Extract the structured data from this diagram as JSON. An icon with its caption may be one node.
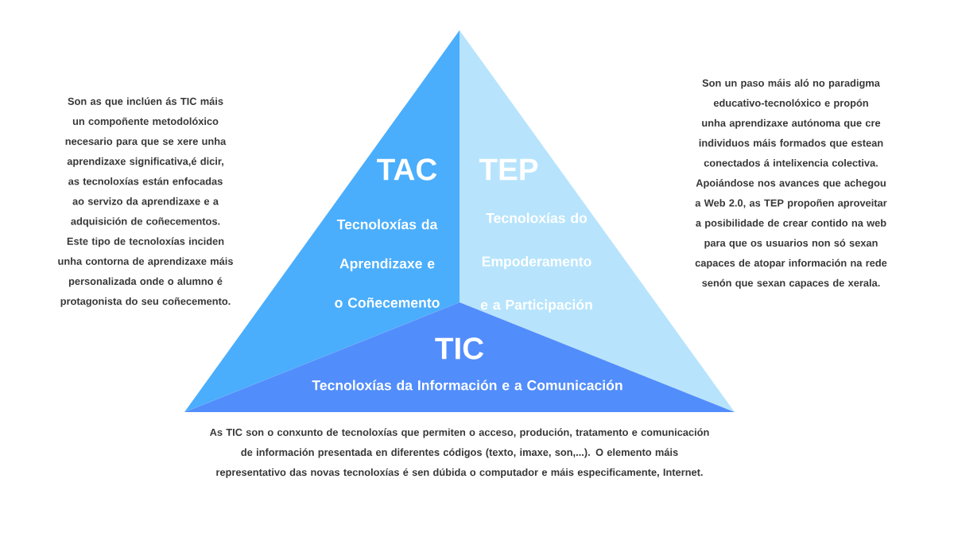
{
  "diagram": {
    "nodes": [
      {
        "text": [
          "TAC",
          "Tecnoloxías da Aprendizaxe e o Coñecemento"
        ],
        "beside": [
          "Son as que inclúen ás TIC máis un compoñente metodolóxico necesario para que se xere unha aprendizaxe significativa,é dicir, as tecnoloxías están enfocadas ao servizo da aprendizaxe e a adquisición de coñecementos. Este tipo de tecnoloxías inciden unha contorna de aprendizaxe máis personalizada onde o alumno é protagonista do seu coñecemento."
        ]
      },
      {
        "text": [
          "TEP",
          "Tecnoloxías do Empoderamento e a Participación"
        ],
        "beside": [
          "Son un paso máis aló no paradigma educativo-tecnolóxico e propón unha aprendizaxe autónoma que cre individuos máis formados que estean conectados á intelixencia colectiva.",
          "Apoiándose nos avances que achegou a Web 2.0, as TEP propoñen aproveitar a posibilidade de crear contido na web para que os usuarios non só sexan capaces de atopar información na rede senón que sexan capaces de xerala."
        ]
      },
      {
        "text": [
          "TIC",
          "Tecnoloxías da Información e a Comunicación"
        ],
        "beside": [
          "As TIC son o conxunto de tecnoloxías que permiten o acceso, produción, tratamento e comunicación de información presentada en diferentes códigos (texto, imaxe, son,...). O elemento máis representativo das novas tecnoloxías é sen dúbida o computador e máis especificamente, Internet."
        ]
      }
    ],
    "edges": []
  }
}
